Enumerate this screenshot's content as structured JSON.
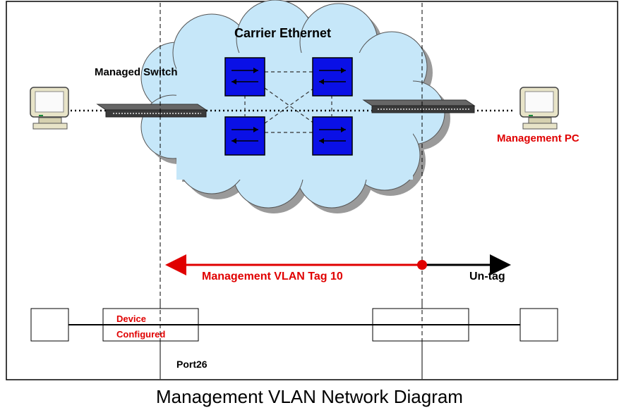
{
  "diagram": {
    "cloud_label": "Carrier Ethernet",
    "switch_label": "Managed Switch",
    "management_pc_label": "Management PC",
    "vlan_label": "Management VLAN Tag 10",
    "untag_label": "Un-tag",
    "device_label_line1": "Device",
    "device_label_line2": "Configured",
    "port_label": "Port26",
    "caption": "Management VLAN Network Diagram"
  },
  "colors": {
    "cloud_fill": "#c6e7f9",
    "switch_box_fill": "#0a10e6",
    "highlight_red": "#e00000",
    "line_black": "#000000"
  }
}
